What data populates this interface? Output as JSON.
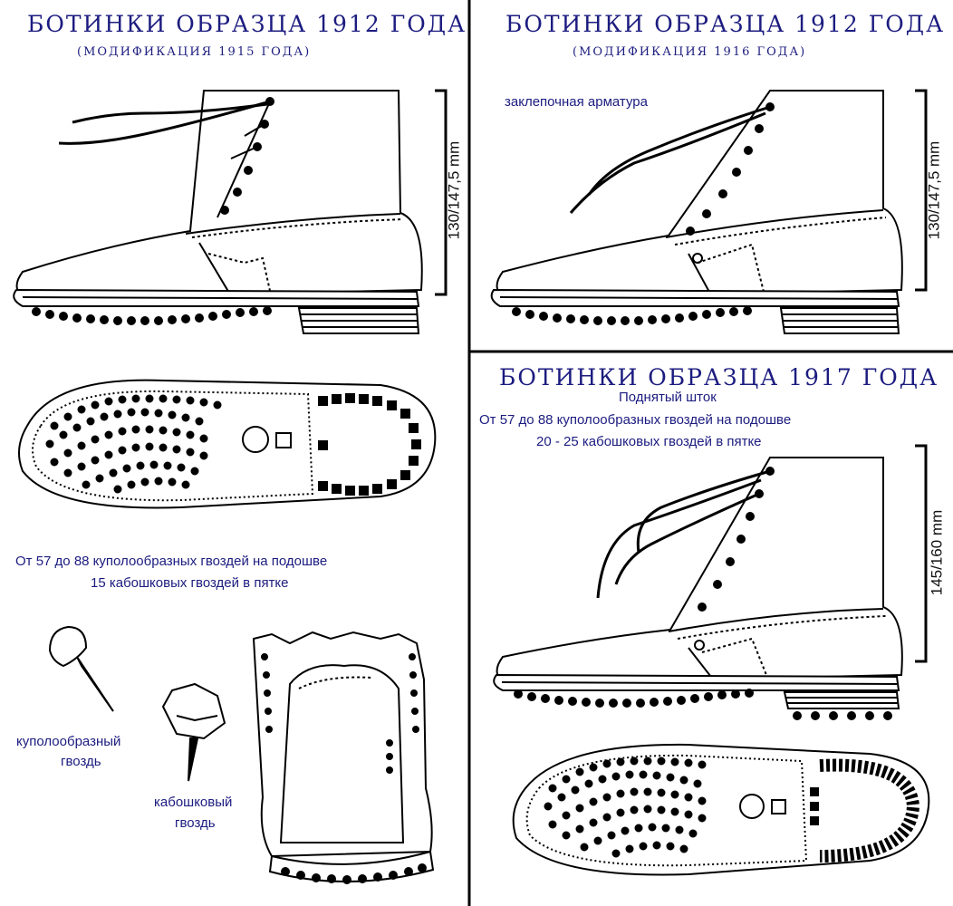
{
  "panel_1912_1915": {
    "title": "БОТИНКИ ОБРАЗЦА 1912 ГОДА",
    "subtitle": "(МОДИФИКАЦИЯ 1915 ГОДА)",
    "height_label": "130/147,5 mm"
  },
  "panel_1912_1916": {
    "title": "БОТИНКИ ОБРАЗЦА 1912 ГОДА",
    "subtitle": "(МОДИФИКАЦИЯ 1916 ГОДА)",
    "rivet_label": "заклепочная арматура",
    "height_label": "130/147,5 mm"
  },
  "panel_1917": {
    "title": "БОТИНКИ ОБРАЗЦА 1917 ГОДА",
    "note_1": "Поднятый шток",
    "note_2": "От 57 до 88 куполообразных гвоздей на подошве",
    "note_3": "20 - 25 кабошковых гвоздей в пятке",
    "height_label": "145/160 mm"
  },
  "sole_notes": {
    "line_1": "От 57 до 88 куполообразных гвоздей на подошве",
    "line_2": "15 кабошковых гвоздей в пятке"
  },
  "nails": {
    "dome_label_1": "куполообразный",
    "dome_label_2": "гвоздь",
    "cabochon_label_1": "кабошковый",
    "cabochon_label_2": "гвоздь"
  }
}
